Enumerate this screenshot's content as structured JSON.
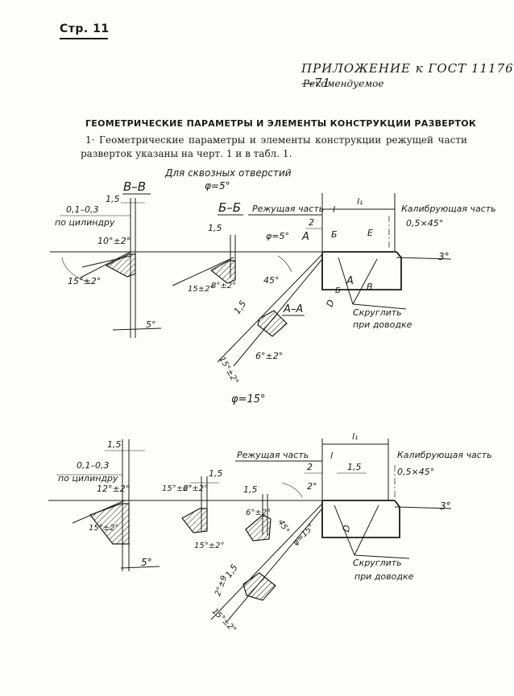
{
  "page": {
    "number": "Стр. 11",
    "appendix": "ПРИЛОЖЕНИЕ к ГОСТ 11176—71",
    "status": "Рекомендуемое",
    "title": "ГЕОМЕТРИЧЕСКИЕ ПАРАМЕТРЫ И ЭЛЕМЕНТЫ КОНСТРУКЦИИ РАЗВЕРТОК",
    "paragraph": "1· Геометрические параметры и элементы конструкции режущей части разверток указаны на черт. 1 и в табл. 1."
  },
  "figure1": {
    "caption": "Для сквозных отверстий",
    "phi": "φ=5°",
    "section_vv": "В–В",
    "section_bb": "Б–Б",
    "section_aa": "А–А",
    "dim_1_5_a": "1,5",
    "dim_1_5_b": "1,5",
    "dim_1_5_c": "1,5",
    "dim_01_03": "0,1–0,3",
    "on_cylinder": "по цилиндру",
    "angle_10": "10°±2°",
    "angle_15_a": "15°±2°",
    "angle_15_b": "15±2°",
    "angle_8": "8°±2°",
    "angle_5_a": "5°",
    "angle_phi5": "φ=5°",
    "angle_45": "45°",
    "angle_6": "6°±2°",
    "angle_15_c": "15°±2°",
    "cutting_part": "Режущая часть",
    "calibrating_part": "Калибрующая часть",
    "dim_l1": "l₁",
    "dim_l": "l",
    "dim_2": "2",
    "chamfer": "0,5×45°",
    "angle_3": "3°",
    "label_A": "А",
    "label_B": "Б",
    "label_V": "В",
    "label_E": "Е",
    "label_D": "D",
    "round_off": "Скруглить",
    "at_honing": "при доводке"
  },
  "figure2": {
    "phi": "φ=15°",
    "dim_1_5_a": "1,5",
    "dim_1_5_b": "1,5",
    "dim_1_5_c": "1,5",
    "dim_1_5_d": "1,5",
    "dim_1_5_e": "1,5",
    "dim_01_03": "0,1–0,3",
    "on_cylinder": "по цилиндру",
    "angle_12": "12°±2°",
    "angle_15_a": "15°±2°",
    "angle_15_b": "15°±2°",
    "angle_6_a": "6°±2°",
    "angle_6_b": "6°±2°",
    "angle_15_c": "15°±2°",
    "angle_5": "5°",
    "angle_45": "45°",
    "angle_phi15": "φ=15°",
    "angle_2": "2°",
    "angle_3": "3°",
    "angle_2pm": "2°±9",
    "angle_15_d": "15°±2°",
    "cutting_part": "Режущая часть",
    "calibrating_part": "Калибрующая часть",
    "dim_l1": "l₁",
    "dim_l": "l",
    "dim_2": "2",
    "chamfer": "0,5×45°",
    "label_D": "D",
    "round_off": "Скруглить",
    "at_honing": "при доводке"
  }
}
